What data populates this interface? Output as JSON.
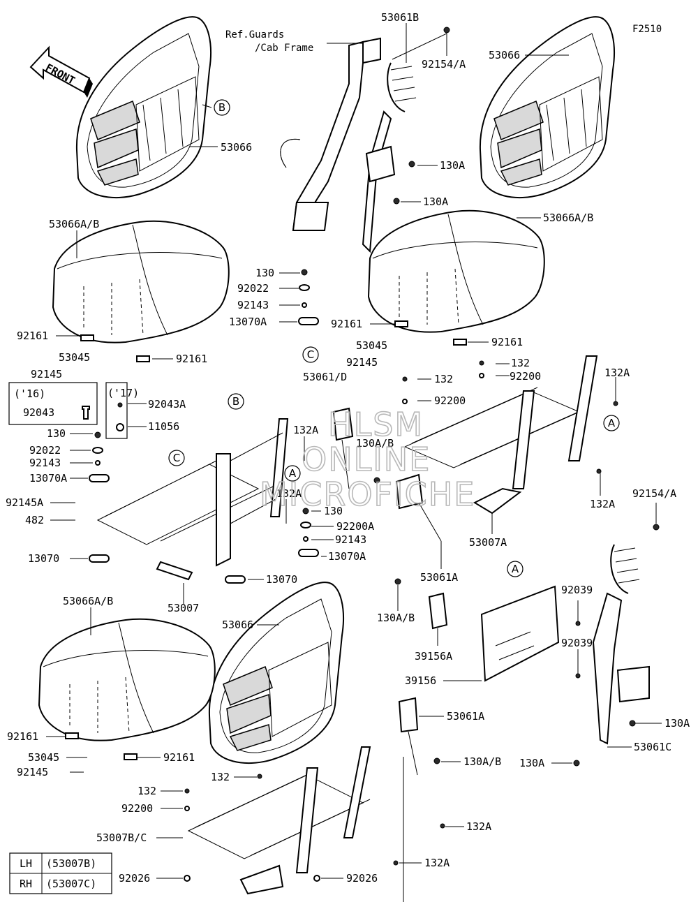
{
  "figure_code": "F2510",
  "front_arrow": "FRONT",
  "ref_note": {
    "line1": "Ref.Guards",
    "line2": "/Cab Frame"
  },
  "watermark": {
    "line1": "HLSM",
    "line2": "ONLINE",
    "line3": "MICROFICHE"
  },
  "parts": {
    "p53061B": "53061B",
    "p92154A_top": "92154/A",
    "p53066_tr": "53066",
    "p53066_tl": "53066",
    "p53066_bot": "53066",
    "p130A_1": "130A",
    "p130A_2": "130A",
    "p53066AB_left": "53066A/B",
    "p53066AB_right": "53066A/B",
    "p53066AB_bot": "53066A/B",
    "p130_mid": "130",
    "p92022_mid": "92022",
    "p92143_mid": "92143",
    "p13070A_mid": "13070A",
    "p92161_l1": "92161",
    "p92161_l2": "92161",
    "p92161_r1": "92161",
    "p92161_r2": "92161",
    "p92161_b1": "92161",
    "p92161_b2": "92161",
    "p53045_l": "53045",
    "p53045_r": "53045",
    "p53045_b": "53045",
    "p92145_l": "92145",
    "p92145_r": "92145",
    "p92145_b": "92145",
    "p132_r1": "132",
    "p132_r2": "132",
    "p92200_r1": "92200",
    "p92200_r2": "92200",
    "p132A_tr": "132A",
    "p53061D": "53061/D",
    "p92043A": "92043A",
    "p11056": "11056",
    "p130_l": "130",
    "p92022_l": "92022",
    "p92143_l": "92143",
    "p13070A_l": "13070A",
    "p92145A": "92145A",
    "p482": "482",
    "p13070_l": "13070",
    "p132A_mid": "132A",
    "p130AB_mid": "130A/B",
    "p132A_mid2": "132A",
    "p130_c": "130",
    "p92200A": "92200A",
    "p92143_c": "92143",
    "p13070A_c": "13070A",
    "p13070_c": "13070",
    "p53007": "53007",
    "p132A_r": "132A",
    "p53007A": "53007A",
    "p53061A_mid": "53061A",
    "p92154A_r": "92154/A",
    "p130AB_r": "130A/B",
    "p92039_1": "92039",
    "p92039_2": "92039",
    "p39156A": "39156A",
    "p39156": "39156",
    "p53061A_b": "53061A",
    "p130A_r1": "130A",
    "p130AB_b": "130A/B",
    "p130A_r2": "130A",
    "p53061C": "53061C",
    "p132_b": "132",
    "p132_b2": "132",
    "p92200_b": "92200",
    "p53007BC": "53007B/C",
    "p132A_b1": "132A",
    "p132A_b2": "132A",
    "p92026_1": "92026",
    "p92026_2": "92026"
  },
  "bubbles": {
    "B": "B",
    "C": "C",
    "A": "A"
  },
  "year_box_16": {
    "year": "('16)",
    "part": "92043"
  },
  "year_box_17": {
    "year": "('17)"
  },
  "side_table": [
    {
      "side": "LH",
      "part": "(53007B)"
    },
    {
      "side": "RH",
      "part": "(53007C)"
    }
  ]
}
